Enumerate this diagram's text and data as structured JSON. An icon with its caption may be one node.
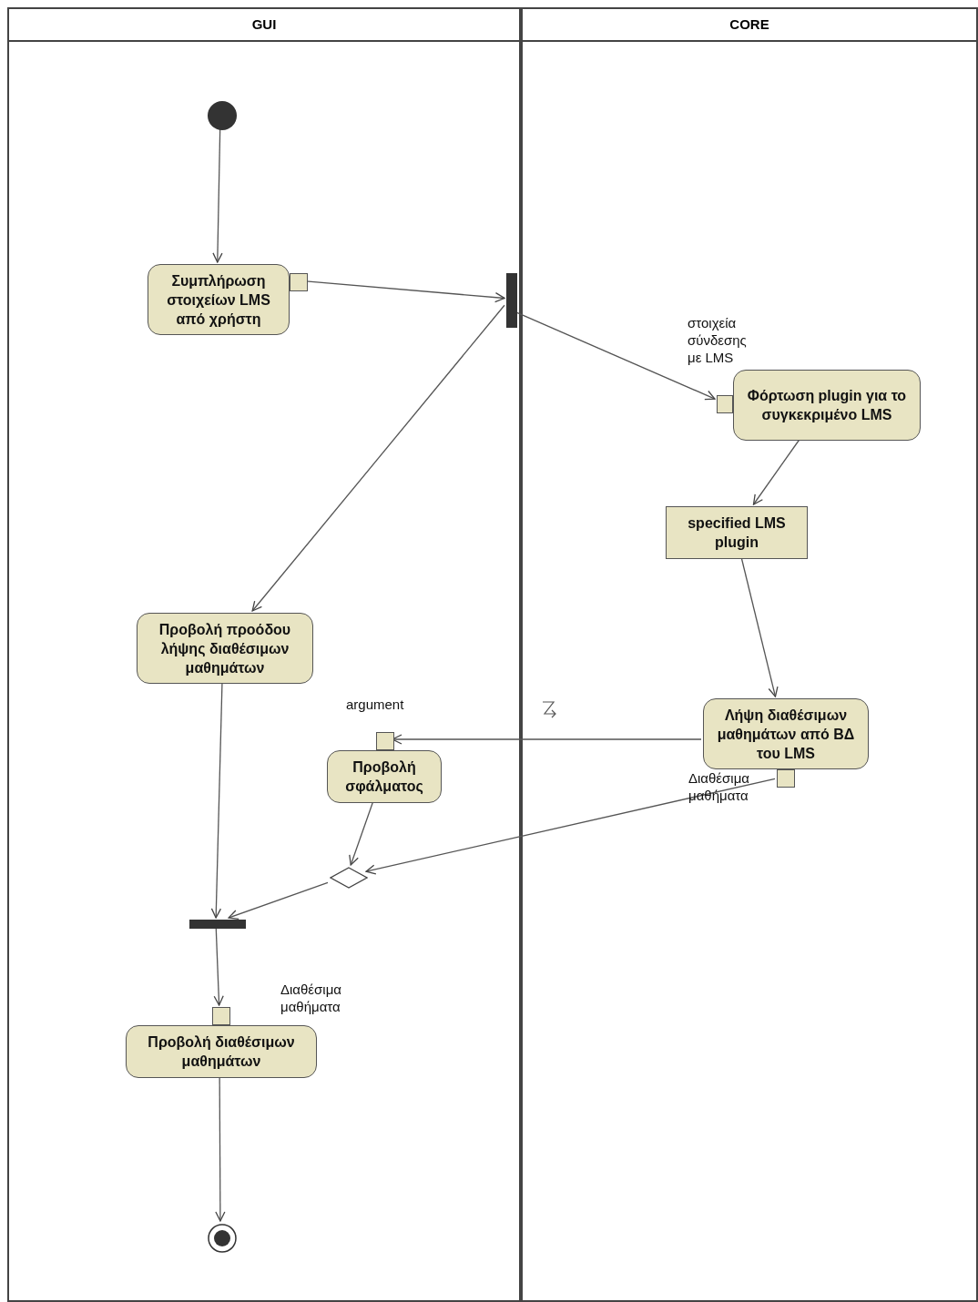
{
  "diagram": {
    "nodes": [
      {
        "text": [
          "GUI"
        ]
      },
      {
        "text": [
          "CORE"
        ]
      },
      {
        "text": [],
        "shape": "circle",
        "in": 0
      },
      {
        "text": [
          "Συμπλήρωση στοιχείων LMS από χρήστη"
        ],
        "in": 0
      },
      {
        "text": [],
        "shape": "box",
        "in": 0
      },
      {
        "text": [],
        "shape": "bar",
        "in": 0
      },
      {
        "text": [],
        "shape": "box",
        "in": 1
      },
      {
        "text": [
          "Φόρτωση plugin για το συγκεκριμένο LMS"
        ],
        "in": 1
      },
      {
        "text": [
          "specified LMS plugin"
        ],
        "in": 1
      },
      {
        "text": [
          "Λήψη διαθέσιμων μαθημάτων από ΒΔ του LMS"
        ],
        "in": 1
      },
      {
        "text": [],
        "shape": "box",
        "in": 1
      },
      {
        "text": [
          "Προβολή προόδου λήψης διαθέσιμων μαθημάτων"
        ],
        "in": 0
      },
      {
        "text": [],
        "shape": "box",
        "in": 0
      },
      {
        "text": [
          "Προβολή σφάλματος"
        ],
        "in": 0
      },
      {
        "text": [],
        "shape": "diamond",
        "in": 0
      },
      {
        "text": [],
        "shape": "bar",
        "in": 0
      },
      {
        "text": [],
        "shape": "box",
        "in": 0
      },
      {
        "text": [
          "Προβολή διαθέσιμων μαθημάτων"
        ],
        "in": 0
      },
      {
        "text": [],
        "shape": "circle",
        "in": 0
      }
    ],
    "edges": [
      {
        "from": 2,
        "to": 3,
        "arrow": "to"
      },
      {
        "from": 4,
        "to": 5,
        "arrow": "to"
      },
      {
        "from": 5,
        "to": 6,
        "arrow": "to"
      },
      {
        "from": 5,
        "to": 11,
        "arrow": "to"
      },
      {
        "from": 7,
        "to": 8,
        "arrow": "to"
      },
      {
        "from": 8,
        "to": 9,
        "arrow": "to"
      },
      {
        "from": 9,
        "to": 12,
        "arrow": "to"
      },
      {
        "from": 10,
        "to": 14,
        "arrow": "to"
      },
      {
        "from": 13,
        "to": 14,
        "arrow": "to"
      },
      {
        "from": 14,
        "to": 15,
        "arrow": "to"
      },
      {
        "from": 11,
        "to": 15,
        "arrow": "to"
      },
      {
        "from": 15,
        "to": 16,
        "arrow": "to"
      },
      {
        "from": 17,
        "to": 18,
        "arrow": "to"
      }
    ],
    "labels": [
      "στοιχεία σύνδεσης με LMS",
      "argument",
      "Διαθέσιμα μαθήματα",
      "Διαθέσιμα μαθήματα"
    ]
  }
}
